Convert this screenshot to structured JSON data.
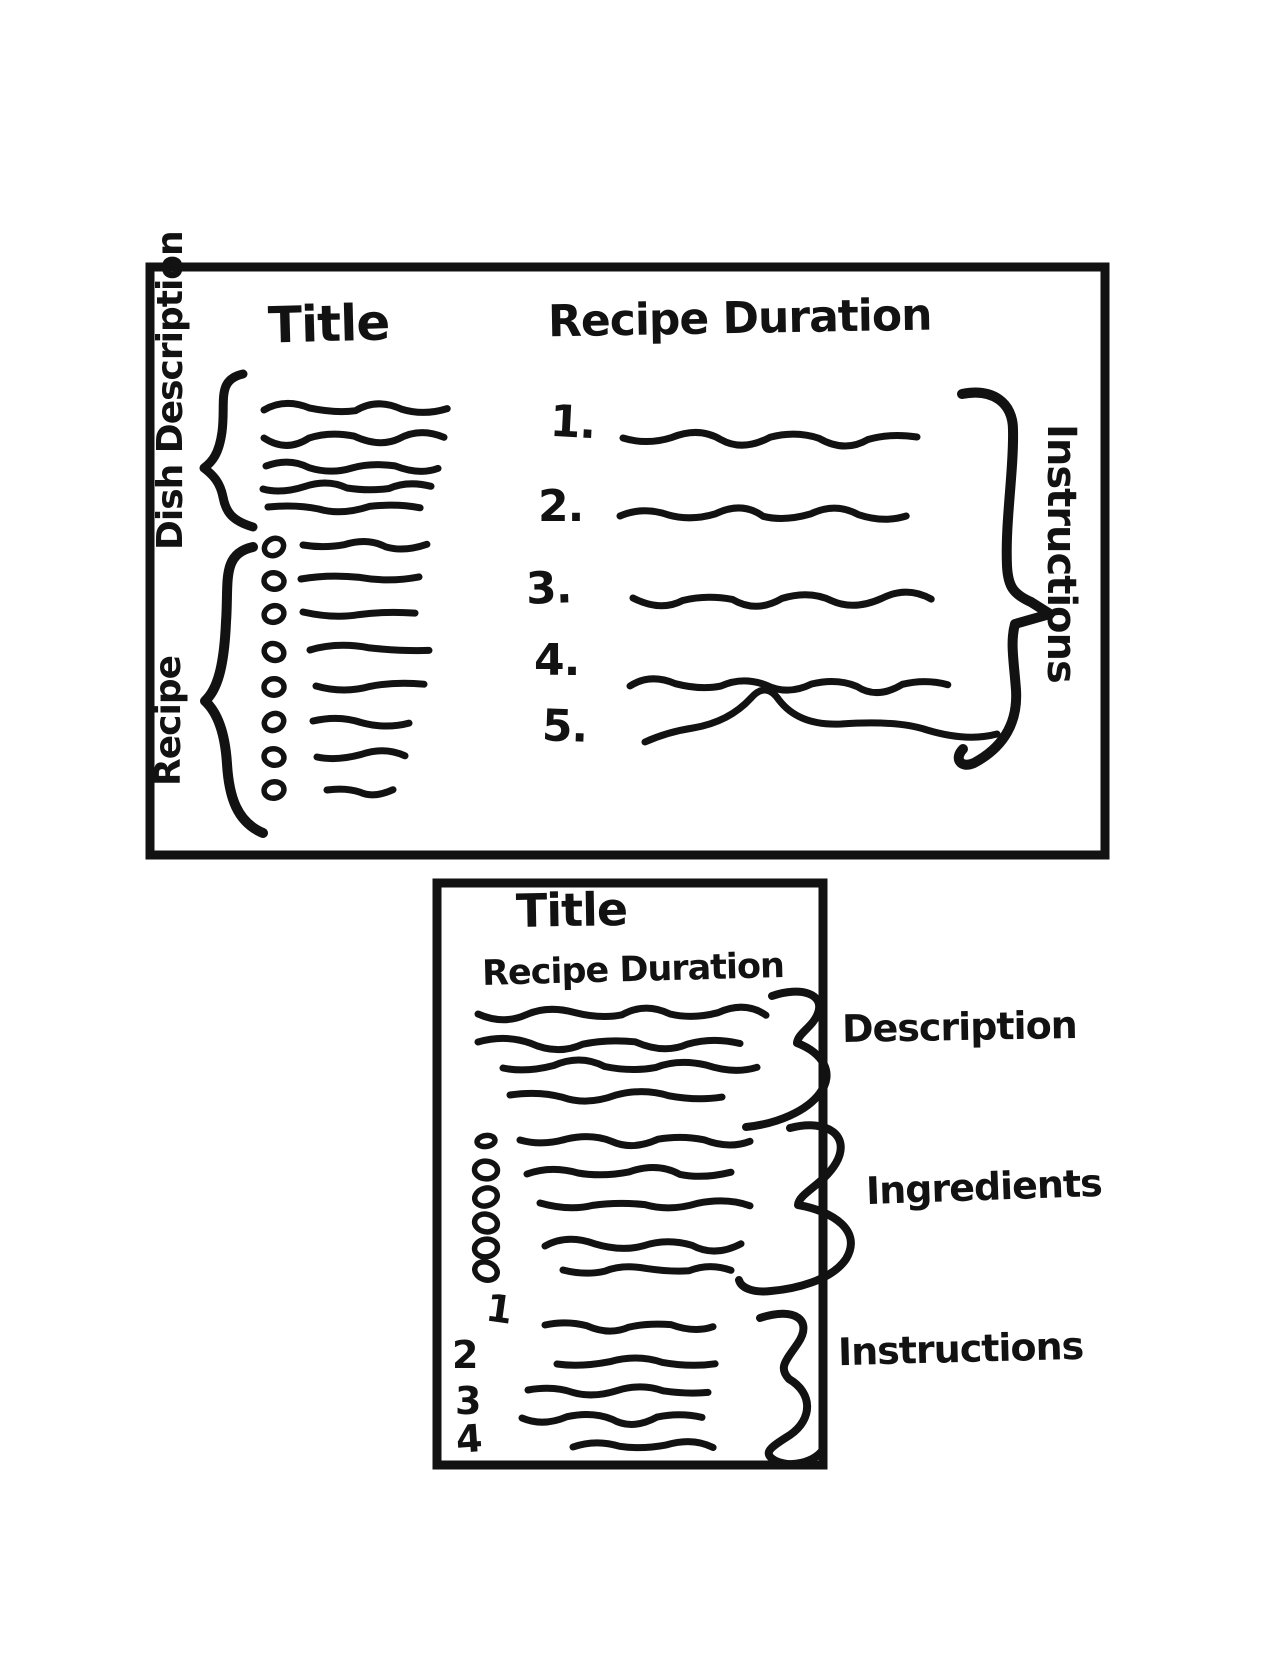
{
  "colors": {
    "ink": "#121212",
    "background": "#ffffff"
  },
  "desktop_wireframe": {
    "title": "Title",
    "recipe_duration": "Recipe Duration",
    "dish_description_label": "Dish Description",
    "recipe_label": "Recipe",
    "instructions_label": "Instructions",
    "instruction_steps": [
      "1.",
      "2.",
      "3.",
      "4.",
      "5."
    ],
    "ingredient_bullet_count": 8
  },
  "mobile_wireframe": {
    "title": "Title",
    "recipe_duration": "Recipe Duration",
    "description_label": "Description",
    "ingredients_label": "Ingredients",
    "instructions_label": "Instructions",
    "instruction_steps": [
      "1",
      "2",
      "3",
      "4"
    ],
    "ingredient_bullet_count": 6
  }
}
